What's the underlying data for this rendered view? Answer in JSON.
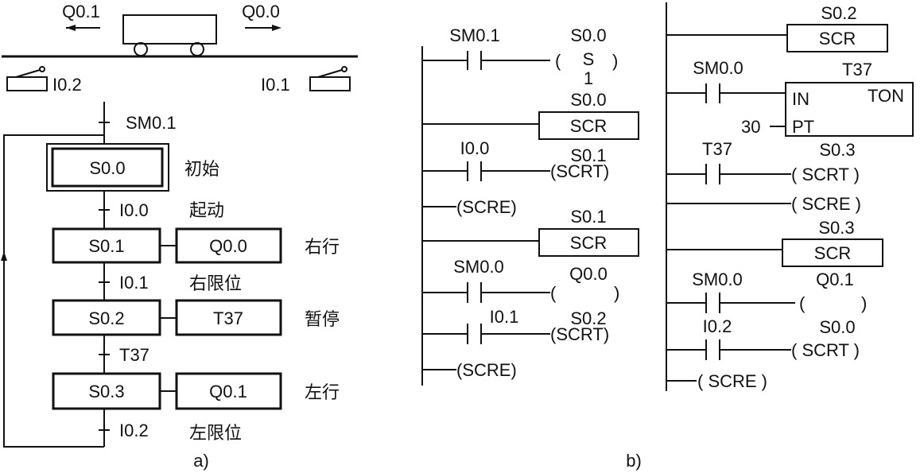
{
  "part_a": {
    "caption": "a)",
    "cart": {
      "left_output": "Q0.1",
      "right_output": "Q0.0",
      "left_switch": "I0.2",
      "right_switch": "I0.1"
    },
    "initial_transition": "SM0.1",
    "steps": [
      {
        "id": "S0.0",
        "action": "",
        "label": "初始",
        "initial": true
      },
      {
        "id": "S0.1",
        "action": "Q0.0",
        "label": "右行"
      },
      {
        "id": "S0.2",
        "action": "T37",
        "label": "暂停"
      },
      {
        "id": "S0.3",
        "action": "Q0.1",
        "label": "左行"
      }
    ],
    "transitions": [
      {
        "condition": "I0.0",
        "label": "起动"
      },
      {
        "condition": "I0.1",
        "label": "右限位"
      },
      {
        "condition": "T37",
        "label": ""
      },
      {
        "condition": "I0.2",
        "label": "左限位"
      }
    ]
  },
  "part_b": {
    "caption": "b)",
    "col1": {
      "rung1": {
        "contact": "SM0.1",
        "coil_addr": "S0.0",
        "coil_letter": "S",
        "coil_n": "1"
      },
      "block1": {
        "addr": "S0.0",
        "name": "SCR"
      },
      "rung2": {
        "contact": "I0.0",
        "addr": "S0.1",
        "coil": "(SCRT)"
      },
      "scre1": "(SCRE)",
      "block2": {
        "addr": "S0.1",
        "name": "SCR"
      },
      "rung3": {
        "contact": "SM0.0",
        "addr": "Q0.0",
        "open": "(",
        "close": ")"
      },
      "rung4": {
        "contact": "I0.1",
        "addr": "S0.2",
        "coil": "(SCRT)"
      },
      "scre2": "(SCRE)"
    },
    "col2": {
      "block3": {
        "addr": "S0.2",
        "name": "SCR"
      },
      "timer": {
        "contact": "SM0.0",
        "name": "T37",
        "type": "TON",
        "in": "IN",
        "pt": "PT",
        "preset": "30"
      },
      "rung5": {
        "contact": "T37",
        "addr": "S0.3",
        "coil": "( SCRT )"
      },
      "scre3": "( SCRE )",
      "block4": {
        "addr": "S0.3",
        "name": "SCR"
      },
      "rung6": {
        "contact": "SM0.0",
        "addr": "Q0.1",
        "open": "(",
        "close": ")"
      },
      "rung7": {
        "contact": "I0.2",
        "addr": "S0.0",
        "coil": "( SCRT )"
      },
      "scre4": "( SCRE )"
    }
  }
}
